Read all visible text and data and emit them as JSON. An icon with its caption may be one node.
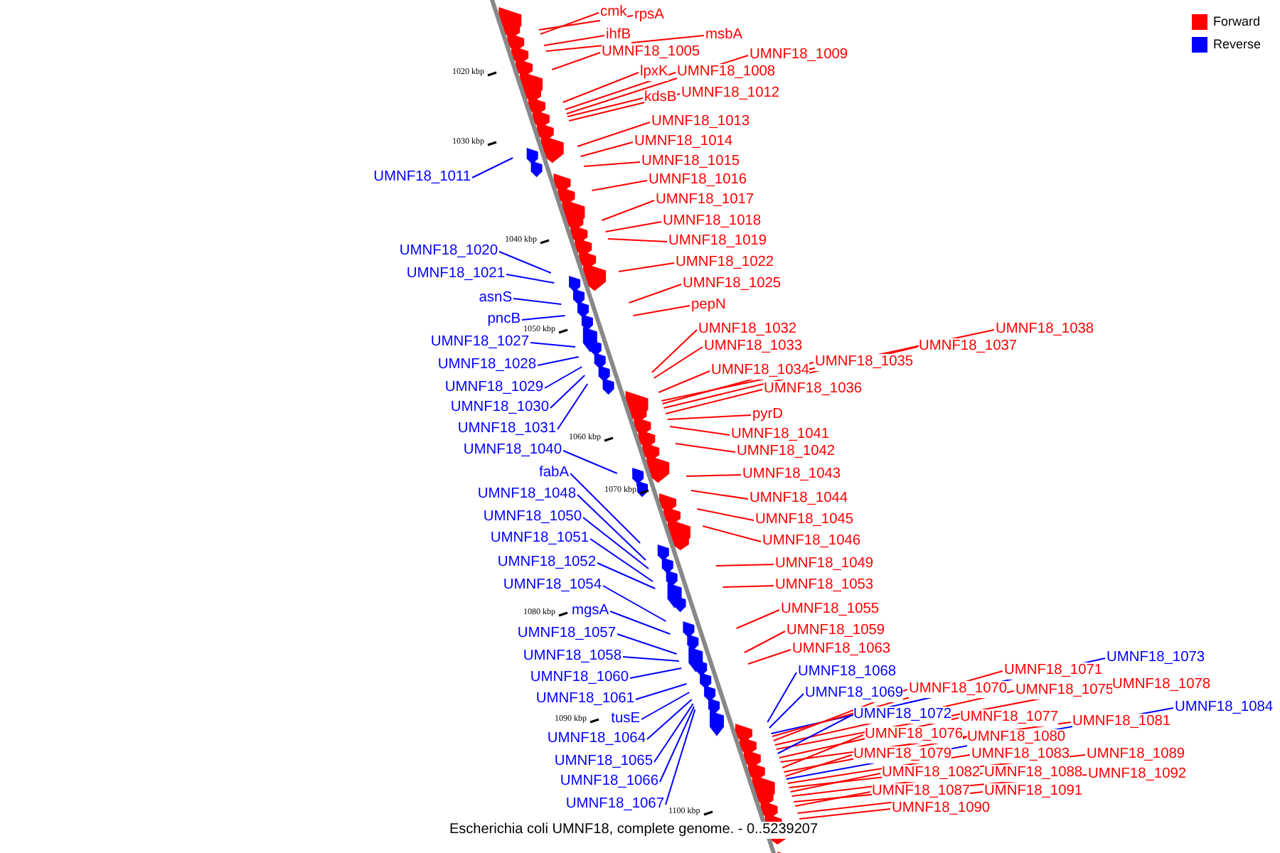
{
  "diagram": {
    "caption": "Escherichia coli UMNF18, complete genome. - 0..5239207",
    "nodes": [
      {
        "text": [
          "cmk"
        ]
      },
      {
        "text": [
          "rpsA"
        ]
      },
      {
        "text": [
          "ihfB"
        ]
      },
      {
        "text": [
          "msbA"
        ]
      },
      {
        "text": [
          "UMNF18_1005"
        ]
      },
      {
        "text": [
          "UMNF18_1009"
        ]
      },
      {
        "text": [
          "lpxK"
        ]
      },
      {
        "text": [
          "UMNF18_1008"
        ]
      },
      {
        "text": [
          "kdsB"
        ]
      },
      {
        "text": [
          "UMNF18_1012"
        ]
      },
      {
        "text": [
          "UMNF18_1013"
        ]
      },
      {
        "text": [
          "UMNF18_1014"
        ]
      },
      {
        "text": [
          "UMNF18_1015"
        ]
      },
      {
        "text": [
          "UMNF18_1016"
        ]
      },
      {
        "text": [
          "UMNF18_1017"
        ]
      },
      {
        "text": [
          "UMNF18_1018"
        ]
      },
      {
        "text": [
          "UMNF18_1019"
        ]
      },
      {
        "text": [
          "UMNF18_1022"
        ]
      },
      {
        "text": [
          "UMNF18_1025"
        ]
      },
      {
        "text": [
          "pepN"
        ]
      },
      {
        "text": [
          "UMNF18_1032"
        ]
      },
      {
        "text": [
          "UMNF18_1033"
        ]
      },
      {
        "text": [
          "UMNF18_1034"
        ]
      },
      {
        "text": [
          "UMNF18_1035"
        ]
      },
      {
        "text": [
          "UMNF18_1037"
        ]
      },
      {
        "text": [
          "UMNF18_1038"
        ]
      },
      {
        "text": [
          "UMNF18_1036"
        ]
      },
      {
        "text": [
          "pyrD"
        ]
      },
      {
        "text": [
          "UMNF18_1041"
        ]
      },
      {
        "text": [
          "UMNF18_1042"
        ]
      },
      {
        "text": [
          "UMNF18_1043"
        ]
      },
      {
        "text": [
          "UMNF18_1044"
        ]
      },
      {
        "text": [
          "UMNF18_1045"
        ]
      },
      {
        "text": [
          "UMNF18_1046"
        ]
      },
      {
        "text": [
          "UMNF18_1049"
        ]
      },
      {
        "text": [
          "UMNF18_1053"
        ]
      },
      {
        "text": [
          "UMNF18_1055"
        ]
      },
      {
        "text": [
          "UMNF18_1059"
        ]
      },
      {
        "text": [
          "UMNF18_1063"
        ]
      },
      {
        "text": [
          "UMNF18_1068"
        ]
      },
      {
        "text": [
          "UMNF18_1069"
        ]
      },
      {
        "text": [
          "UMNF18_1073"
        ]
      },
      {
        "text": [
          "UMNF18_1071"
        ]
      },
      {
        "text": [
          "UMNF18_1070"
        ]
      },
      {
        "text": [
          "UMNF18_1075"
        ]
      },
      {
        "text": [
          "UMNF18_1078"
        ]
      },
      {
        "text": [
          "UMNF18_1072"
        ]
      },
      {
        "text": [
          "UMNF18_1077"
        ]
      },
      {
        "text": [
          "UMNF18_1081"
        ]
      },
      {
        "text": [
          "UMNF18_1084"
        ]
      },
      {
        "text": [
          "UMNF18_1076"
        ]
      },
      {
        "text": [
          "UMNF18_1080"
        ]
      },
      {
        "text": [
          "UMNF18_1079"
        ]
      },
      {
        "text": [
          "UMNF18_1083"
        ]
      },
      {
        "text": [
          "UMNF18_1089"
        ]
      },
      {
        "text": [
          "UMNF18_1082"
        ]
      },
      {
        "text": [
          "UMNF18_1088"
        ]
      },
      {
        "text": [
          "UMNF18_1092"
        ]
      },
      {
        "text": [
          "UMNF18_1087"
        ]
      },
      {
        "text": [
          "UMNF18_1091"
        ]
      },
      {
        "text": [
          "UMNF18_1090"
        ]
      },
      {
        "text": [
          "UMNF18_1011"
        ]
      },
      {
        "text": [
          "UMNF18_1020"
        ]
      },
      {
        "text": [
          "UMNF18_1021"
        ]
      },
      {
        "text": [
          "asnS"
        ]
      },
      {
        "text": [
          "pncB"
        ]
      },
      {
        "text": [
          "UMNF18_1027"
        ]
      },
      {
        "text": [
          "UMNF18_1028"
        ]
      },
      {
        "text": [
          "UMNF18_1029"
        ]
      },
      {
        "text": [
          "UMNF18_1030"
        ]
      },
      {
        "text": [
          "UMNF18_1031"
        ]
      },
      {
        "text": [
          "UMNF18_1040"
        ]
      },
      {
        "text": [
          "fabA"
        ]
      },
      {
        "text": [
          "UMNF18_1048"
        ]
      },
      {
        "text": [
          "UMNF18_1050"
        ]
      },
      {
        "text": [
          "UMNF18_1051"
        ]
      },
      {
        "text": [
          "UMNF18_1052"
        ]
      },
      {
        "text": [
          "UMNF18_1054"
        ]
      },
      {
        "text": [
          "mgsA"
        ]
      },
      {
        "text": [
          "UMNF18_1057"
        ]
      },
      {
        "text": [
          "UMNF18_1058"
        ]
      },
      {
        "text": [
          "UMNF18_1060"
        ]
      },
      {
        "text": [
          "UMNF18_1061"
        ]
      },
      {
        "text": [
          "tusE"
        ]
      },
      {
        "text": [
          "UMNF18_1064"
        ]
      },
      {
        "text": [
          "UMNF18_1065"
        ]
      },
      {
        "text": [
          "UMNF18_1066"
        ]
      },
      {
        "text": [
          "UMNF18_1067"
        ]
      }
    ],
    "edges": [
      {
        "from": 0,
        "to": null,
        "arrow": "none"
      },
      {
        "from": 1,
        "to": null,
        "arrow": "none"
      },
      {
        "from": 2,
        "to": null,
        "arrow": "none"
      },
      {
        "from": 3,
        "to": null,
        "arrow": "none"
      },
      {
        "from": 4,
        "to": null,
        "arrow": "none"
      },
      {
        "from": 5,
        "to": null,
        "arrow": "none"
      },
      {
        "from": 6,
        "to": null,
        "arrow": "none"
      },
      {
        "from": 7,
        "to": null,
        "arrow": "none"
      },
      {
        "from": 8,
        "to": null,
        "arrow": "none"
      },
      {
        "from": 9,
        "to": null,
        "arrow": "none"
      },
      {
        "from": 10,
        "to": null,
        "arrow": "none"
      },
      {
        "from": 11,
        "to": null,
        "arrow": "none"
      },
      {
        "from": 12,
        "to": null,
        "arrow": "none"
      },
      {
        "from": 13,
        "to": null,
        "arrow": "none"
      },
      {
        "from": 14,
        "to": null,
        "arrow": "none"
      },
      {
        "from": 15,
        "to": null,
        "arrow": "none"
      },
      {
        "from": 16,
        "to": null,
        "arrow": "none"
      },
      {
        "from": 17,
        "to": null,
        "arrow": "none"
      },
      {
        "from": 18,
        "to": null,
        "arrow": "none"
      },
      {
        "from": 19,
        "to": null,
        "arrow": "none"
      },
      {
        "from": 20,
        "to": null,
        "arrow": "none"
      },
      {
        "from": 21,
        "to": null,
        "arrow": "none"
      },
      {
        "from": 22,
        "to": null,
        "arrow": "none"
      },
      {
        "from": 23,
        "to": null,
        "arrow": "none"
      },
      {
        "from": 24,
        "to": null,
        "arrow": "none"
      },
      {
        "from": 25,
        "to": null,
        "arrow": "none"
      },
      {
        "from": 26,
        "to": null,
        "arrow": "none"
      },
      {
        "from": 27,
        "to": null,
        "arrow": "none"
      },
      {
        "from": 28,
        "to": null,
        "arrow": "none"
      },
      {
        "from": 29,
        "to": null,
        "arrow": "none"
      },
      {
        "from": 30,
        "to": null,
        "arrow": "none"
      },
      {
        "from": 31,
        "to": null,
        "arrow": "none"
      },
      {
        "from": 32,
        "to": null,
        "arrow": "none"
      },
      {
        "from": 33,
        "to": null,
        "arrow": "none"
      },
      {
        "from": 34,
        "to": null,
        "arrow": "none"
      },
      {
        "from": 35,
        "to": null,
        "arrow": "none"
      },
      {
        "from": 36,
        "to": null,
        "arrow": "none"
      },
      {
        "from": 37,
        "to": null,
        "arrow": "none"
      },
      {
        "from": 38,
        "to": null,
        "arrow": "none"
      },
      {
        "from": 39,
        "to": null,
        "arrow": "none",
        "color": "#0000ff"
      },
      {
        "from": 40,
        "to": null,
        "arrow": "none",
        "color": "#0000ff"
      },
      {
        "from": 41,
        "to": null,
        "arrow": "none",
        "color": "#0000ff"
      },
      {
        "from": 42,
        "to": null,
        "arrow": "none"
      },
      {
        "from": 43,
        "to": null,
        "arrow": "none"
      },
      {
        "from": 44,
        "to": null,
        "arrow": "none"
      },
      {
        "from": 45,
        "to": null,
        "arrow": "none"
      },
      {
        "from": 46,
        "to": null,
        "arrow": "none",
        "color": "#0000ff"
      },
      {
        "from": 47,
        "to": null,
        "arrow": "none"
      },
      {
        "from": 48,
        "to": null,
        "arrow": "none"
      },
      {
        "from": 49,
        "to": null,
        "arrow": "none",
        "color": "#0000ff"
      },
      {
        "from": 50,
        "to": null,
        "arrow": "none"
      },
      {
        "from": 51,
        "to": null,
        "arrow": "none"
      },
      {
        "from": 52,
        "to": null,
        "arrow": "none"
      },
      {
        "from": 53,
        "to": null,
        "arrow": "none"
      },
      {
        "from": 54,
        "to": null,
        "arrow": "none"
      },
      {
        "from": 55,
        "to": null,
        "arrow": "none"
      },
      {
        "from": 56,
        "to": null,
        "arrow": "none"
      },
      {
        "from": 57,
        "to": null,
        "arrow": "none"
      },
      {
        "from": 58,
        "to": null,
        "arrow": "none"
      },
      {
        "from": 59,
        "to": null,
        "arrow": "none"
      },
      {
        "from": 60,
        "to": null,
        "arrow": "none"
      },
      {
        "from": 61,
        "to": null,
        "arrow": "none",
        "color": "#0000ff"
      },
      {
        "from": 62,
        "to": null,
        "arrow": "none",
        "color": "#0000ff"
      },
      {
        "from": 63,
        "to": null,
        "arrow": "none",
        "color": "#0000ff"
      },
      {
        "from": 64,
        "to": null,
        "arrow": "none",
        "color": "#0000ff"
      },
      {
        "from": 65,
        "to": null,
        "arrow": "none",
        "color": "#0000ff"
      },
      {
        "from": 66,
        "to": null,
        "arrow": "none",
        "color": "#0000ff"
      },
      {
        "from": 67,
        "to": null,
        "arrow": "none",
        "color": "#0000ff"
      },
      {
        "from": 68,
        "to": null,
        "arrow": "none",
        "color": "#0000ff"
      },
      {
        "from": 69,
        "to": null,
        "arrow": "none",
        "color": "#0000ff"
      },
      {
        "from": 70,
        "to": null,
        "arrow": "none",
        "color": "#0000ff"
      },
      {
        "from": 71,
        "to": null,
        "arrow": "none",
        "color": "#0000ff"
      },
      {
        "from": 72,
        "to": null,
        "arrow": "none",
        "color": "#0000ff"
      },
      {
        "from": 73,
        "to": null,
        "arrow": "none",
        "color": "#0000ff"
      },
      {
        "from": 74,
        "to": null,
        "arrow": "none",
        "color": "#0000ff"
      },
      {
        "from": 75,
        "to": null,
        "arrow": "none",
        "color": "#0000ff"
      },
      {
        "from": 76,
        "to": null,
        "arrow": "none",
        "color": "#0000ff"
      },
      {
        "from": 77,
        "to": null,
        "arrow": "none",
        "color": "#0000ff"
      },
      {
        "from": 78,
        "to": null,
        "arrow": "none",
        "color": "#0000ff"
      },
      {
        "from": 79,
        "to": null,
        "arrow": "none",
        "color": "#0000ff"
      },
      {
        "from": 80,
        "to": null,
        "arrow": "none",
        "color": "#0000ff"
      },
      {
        "from": 81,
        "to": null,
        "arrow": "none",
        "color": "#0000ff"
      },
      {
        "from": 82,
        "to": null,
        "arrow": "none",
        "color": "#0000ff"
      },
      {
        "from": 83,
        "to": null,
        "arrow": "none",
        "color": "#0000ff"
      },
      {
        "from": 84,
        "to": null,
        "arrow": "none",
        "color": "#0000ff"
      },
      {
        "from": 85,
        "to": null,
        "arrow": "none",
        "color": "#0000ff"
      },
      {
        "from": 86,
        "to": null,
        "arrow": "none",
        "color": "#0000ff"
      },
      {
        "from": 87,
        "to": null,
        "arrow": "none",
        "color": "#0000ff"
      }
    ],
    "labels": [
      "1020 kbp",
      "1030 kbp",
      "1040 kbp",
      "1050 kbp",
      "1060 kbp",
      "1070 kbp",
      "1080 kbp",
      "1090 kbp",
      "1100 kbp"
    ],
    "legend": [
      {
        "text": "Forward",
        "color": "#ff0000"
      },
      {
        "text": "Reverse",
        "color": "#0000ff"
      }
    ]
  }
}
